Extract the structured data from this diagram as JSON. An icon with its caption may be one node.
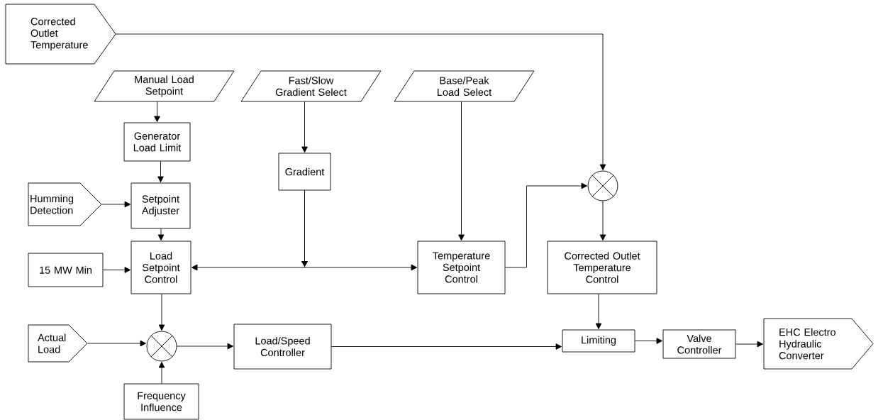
{
  "diagram": {
    "nodes": [
      {
        "text": [
          "Corrected Outlet Temperature"
        ]
      },
      {
        "text": [
          "Manual Load Setpoint"
        ]
      },
      {
        "text": [
          "Fast/Slow Gradient Select"
        ]
      },
      {
        "text": [
          "Base/Peak Load Select"
        ]
      },
      {
        "text": [
          "Generator Load Limit"
        ]
      },
      {
        "text": [
          "Gradient"
        ]
      },
      {
        "text": [
          "Humming Detection"
        ]
      },
      {
        "text": [
          "Setpoint Adjuster"
        ]
      },
      {
        "text": [],
        "shape": "circle"
      },
      {
        "text": [
          "15 MW Min"
        ]
      },
      {
        "text": [
          "Load Setpoint Control"
        ]
      },
      {
        "text": [
          "Temperature Setpoint Control"
        ]
      },
      {
        "text": [
          "Corrected Outlet Temperature Control"
        ]
      },
      {
        "text": [
          "Actual Load"
        ]
      },
      {
        "text": [],
        "shape": "circle"
      },
      {
        "text": [
          "Load/Speed Controller"
        ]
      },
      {
        "text": [
          "Limiting"
        ]
      },
      {
        "text": [
          "Valve Controller"
        ]
      },
      {
        "text": [
          "EHC Electro Hydraulic Converter"
        ]
      },
      {
        "text": [
          "Frequency Influence"
        ]
      }
    ],
    "edges": [
      {
        "from": 0,
        "to": 8,
        "arrow": "to"
      },
      {
        "from": 1,
        "to": 4,
        "arrow": "to"
      },
      {
        "from": 4,
        "to": 7,
        "arrow": "to"
      },
      {
        "from": 6,
        "to": 7,
        "arrow": "to"
      },
      {
        "from": 7,
        "to": 10,
        "arrow": "to"
      },
      {
        "from": 9,
        "to": 10,
        "arrow": "to"
      },
      {
        "from": 2,
        "to": 5,
        "arrow": "to"
      },
      {
        "from": 5,
        "to": 10,
        "arrow": "to"
      },
      {
        "from": 5,
        "to": 11,
        "arrow": "to"
      },
      {
        "from": 3,
        "to": 11,
        "arrow": "to"
      },
      {
        "from": 11,
        "to": 8,
        "arrow": "to"
      },
      {
        "from": 8,
        "to": 12,
        "arrow": "to"
      },
      {
        "from": 10,
        "to": 14,
        "arrow": "to"
      },
      {
        "from": 13,
        "to": 14,
        "arrow": "to"
      },
      {
        "from": 19,
        "to": 14,
        "arrow": "to"
      },
      {
        "from": 14,
        "to": 15,
        "arrow": "to"
      },
      {
        "from": 15,
        "to": 16,
        "arrow": "to"
      },
      {
        "from": 12,
        "to": 16,
        "arrow": "to"
      },
      {
        "from": 16,
        "to": 17,
        "arrow": "to"
      },
      {
        "from": 17,
        "to": 18,
        "arrow": "to"
      }
    ]
  }
}
